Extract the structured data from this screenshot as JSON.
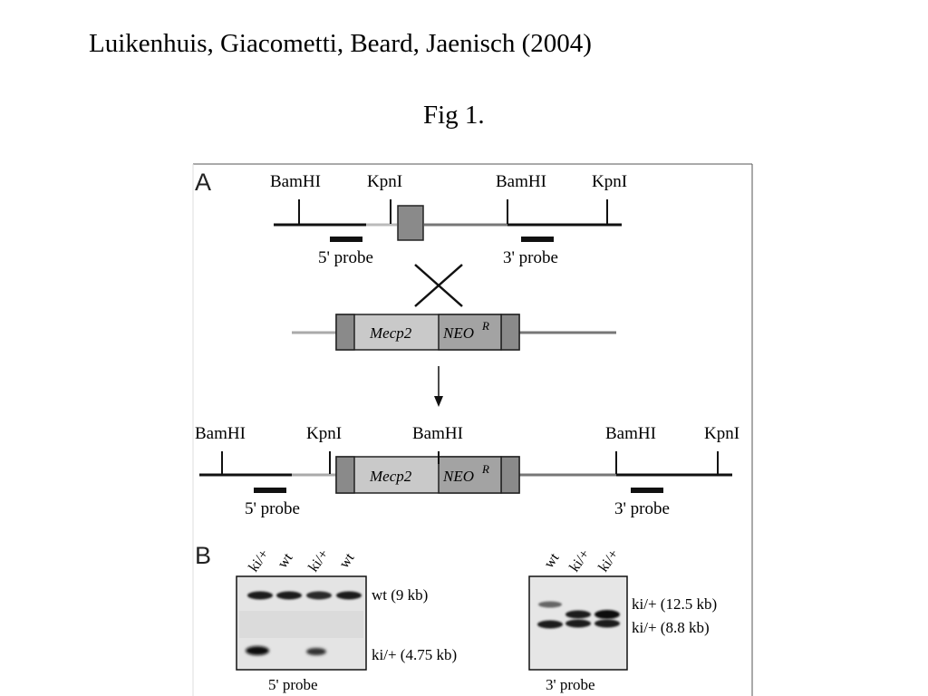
{
  "slide": {
    "title": "Luikenhuis, Giacometti, Beard, Jaenisch (2004)",
    "subtitle": "Fig 1."
  },
  "figure": {
    "panel_a": {
      "label": "A",
      "wt_locus": {
        "sites": [
          "BamHI",
          "KpnI",
          "BamHI",
          "KpnI"
        ],
        "probe_5": "5' probe",
        "probe_3": "3' probe"
      },
      "construct": {
        "mecp2": "Mecp2",
        "neo": "NEO",
        "neo_sup": "R"
      },
      "ki_locus": {
        "sites": [
          "BamHI",
          "KpnI",
          "BamHI",
          "BamHI",
          "KpnI"
        ],
        "mecp2": "Mecp2",
        "neo": "NEO",
        "neo_sup": "R",
        "probe_5": "5' probe",
        "probe_3": "3' probe"
      }
    },
    "panel_b": {
      "label": "B",
      "blot_5": {
        "lanes": [
          "ki/+",
          "wt",
          "ki/+",
          "wt"
        ],
        "band_labels": [
          "wt (9 kb)",
          "ki/+ (4.75 kb)"
        ],
        "caption": "5' probe"
      },
      "blot_3": {
        "lanes": [
          "wt",
          "ki/+",
          "ki/+"
        ],
        "band_labels": [
          "ki/+ (12.5 kb)",
          "ki/+ (8.8 kb)"
        ],
        "caption": "3' probe"
      }
    }
  }
}
